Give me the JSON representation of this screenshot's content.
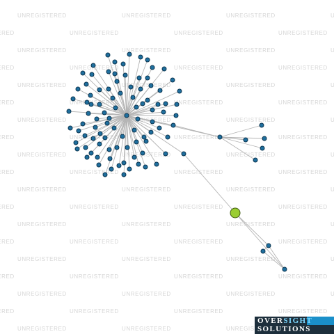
{
  "watermark": {
    "text": "UNREGISTERED",
    "color": "#d6d6d6"
  },
  "logo": {
    "word1": "OVER",
    "word2": "SIGHT",
    "word3": "SOLUTIONS"
  },
  "colors": {
    "edge": "#b4b4b4",
    "node_fill": "#1f6f9e",
    "node_stroke": "#0c3550",
    "focus_node_fill": "#9acd32",
    "focus_node_stroke": "#3f5a10"
  }
}
